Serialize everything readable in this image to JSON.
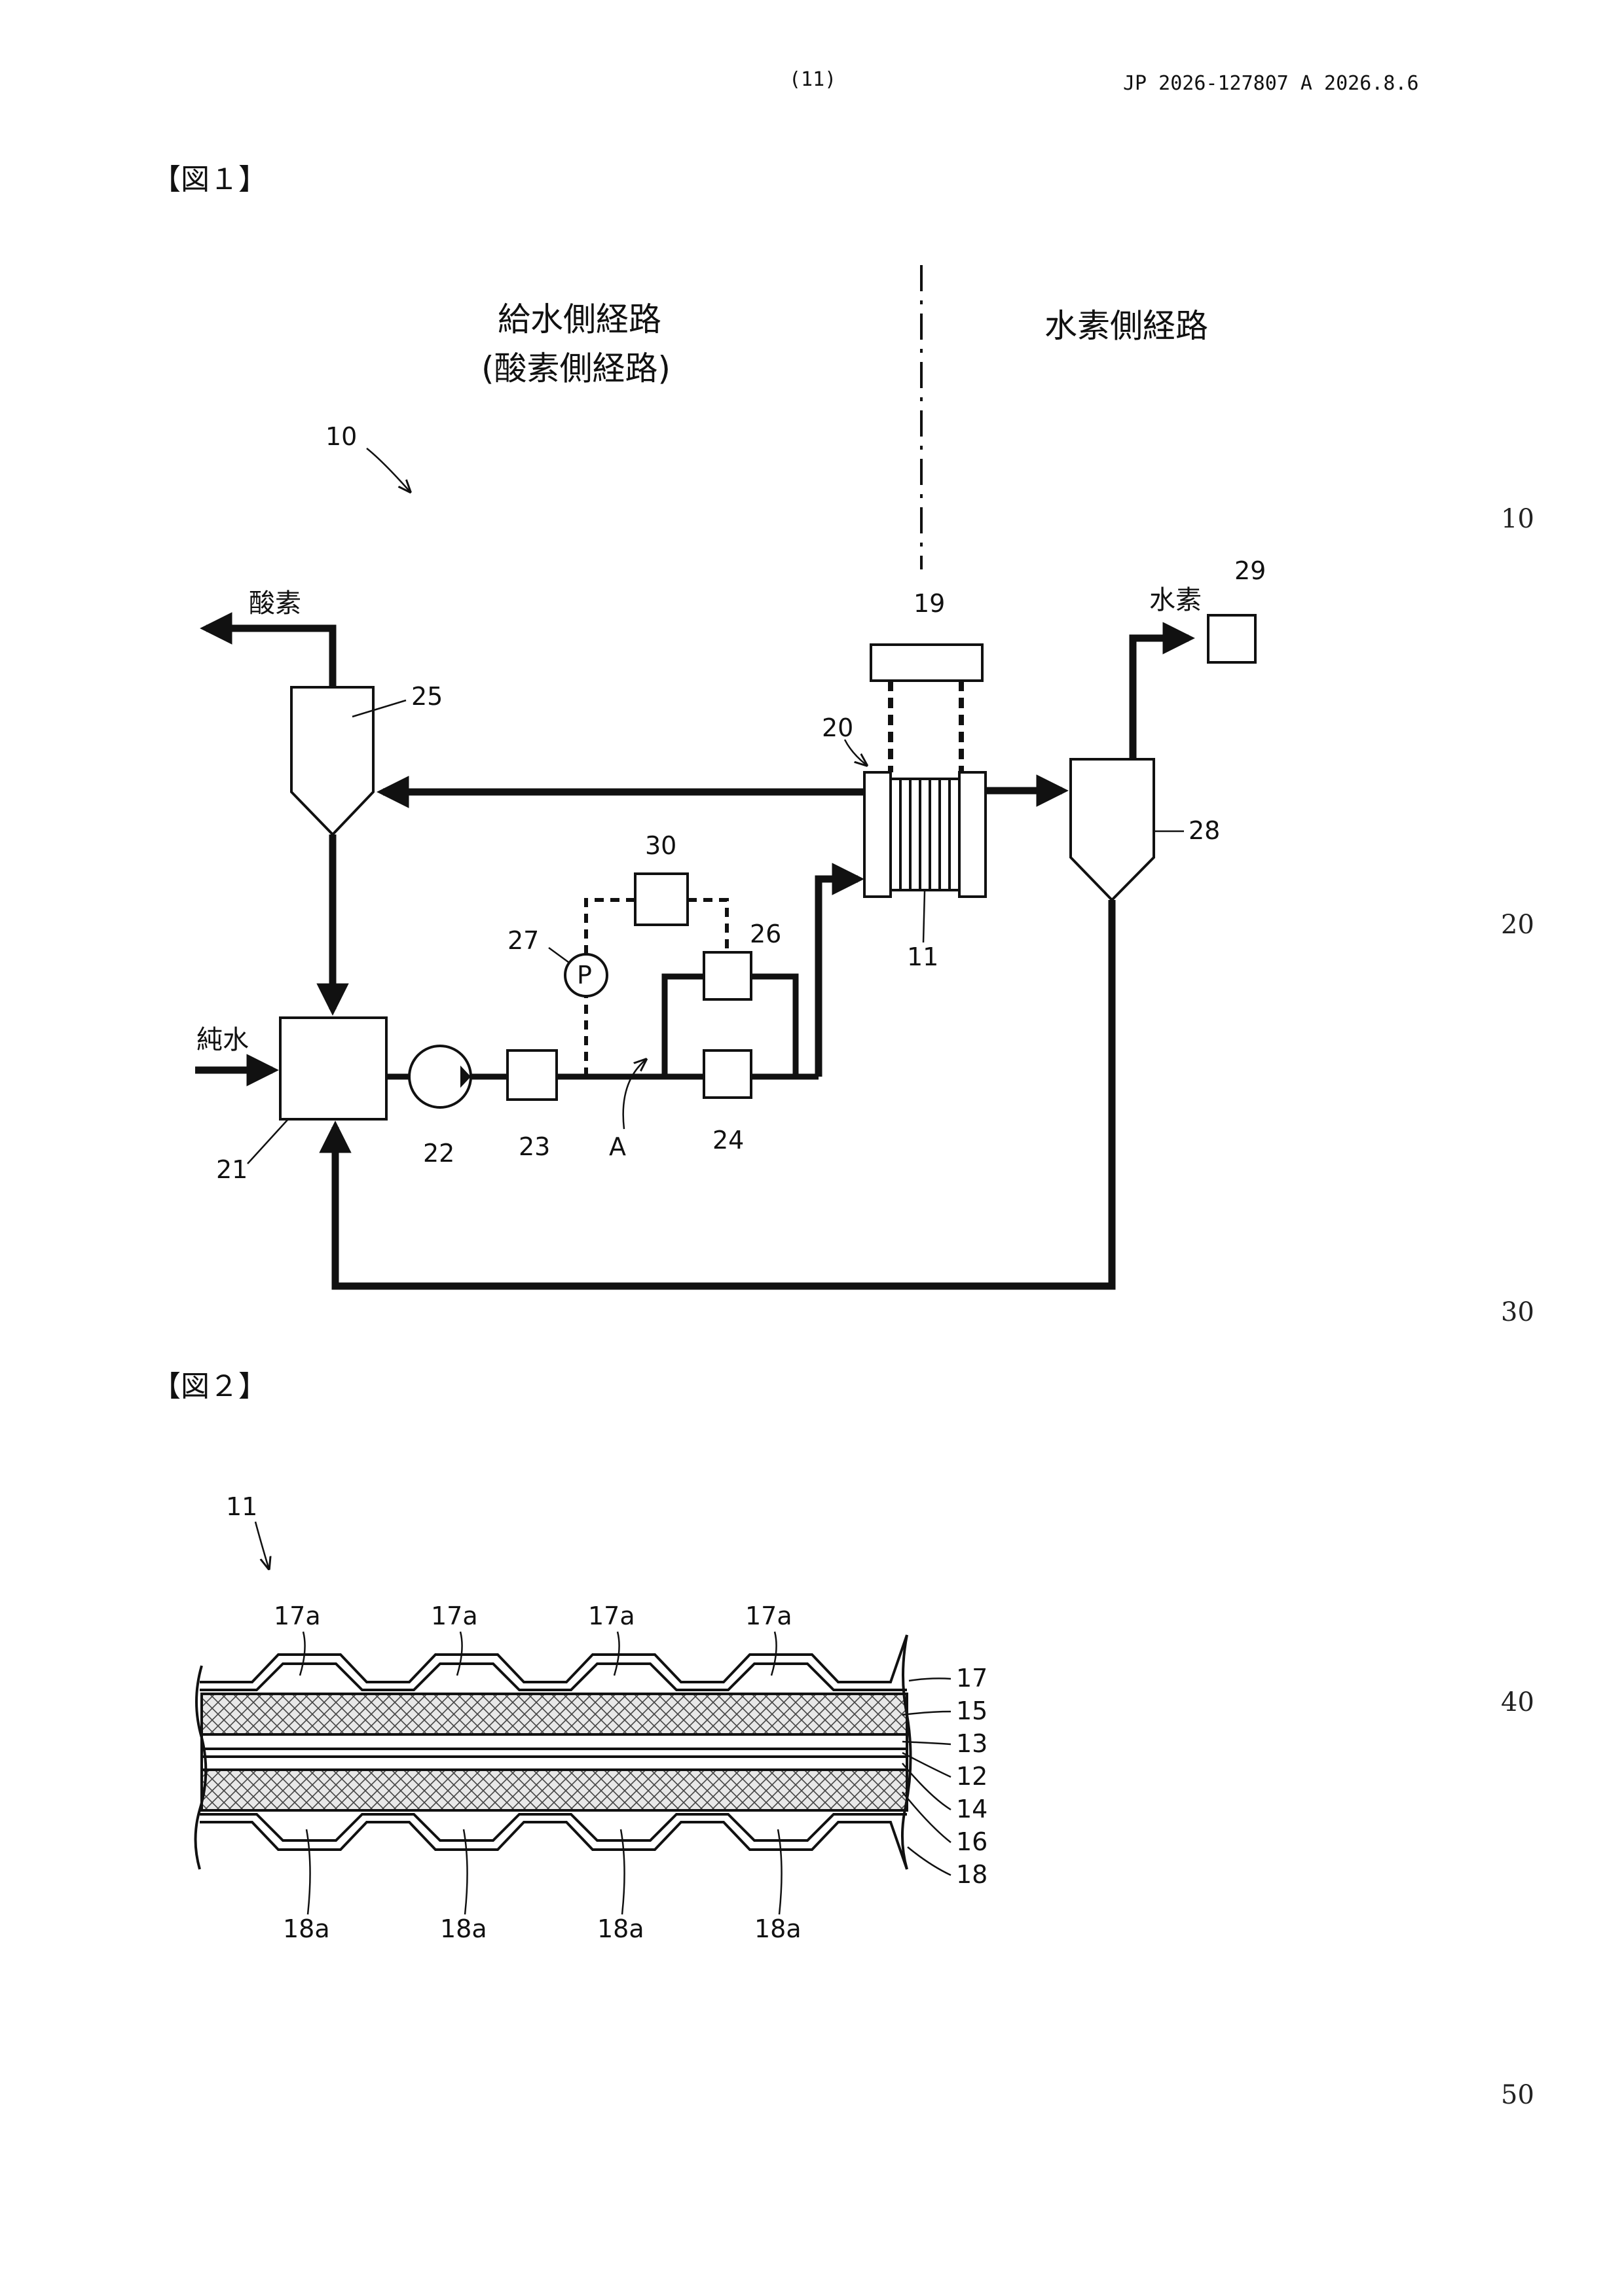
{
  "header": {
    "page_number": "(11)",
    "publication": "JP  2026-127807  A  2026.8.6"
  },
  "line_numbers": [
    "10",
    "20",
    "30",
    "40",
    "50"
  ],
  "figure1": {
    "title": "【図１】",
    "region_feed": "給水側経路",
    "region_feed_sub": "(酸素側経路)",
    "region_hydrogen": "水素側経路",
    "labels": {
      "system": "10",
      "oxygen": "酸素",
      "hydrogen": "水素",
      "pure_water": "純水",
      "pressure": "P",
      "point_a": "A"
    },
    "components": {
      "c11": "11",
      "c19": "19",
      "c20": "20",
      "c21": "21",
      "c22": "22",
      "c23": "23",
      "c24": "24",
      "c25": "25",
      "c26": "26",
      "c27": "27",
      "c28": "28",
      "c29": "29",
      "c30": "30"
    }
  },
  "figure2": {
    "title": "【図２】",
    "labels": {
      "cell": "11",
      "l17": "17",
      "l15": "15",
      "l13": "13",
      "l12": "12",
      "l14": "14",
      "l16": "16",
      "l18": "18",
      "ch17a": "17a",
      "ch18a": "18a"
    }
  }
}
